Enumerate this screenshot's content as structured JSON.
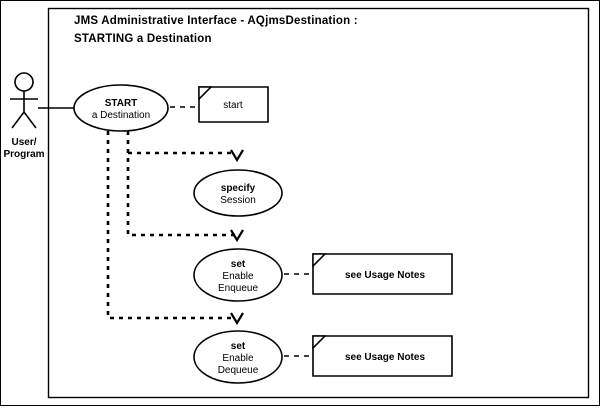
{
  "diagram": {
    "type": "uml-use-case",
    "title_line1": "JMS Administrative Interface  -  AQjmsDestination  :",
    "title_line2": "STARTING a Destination",
    "background_color": "#ffffff",
    "line_color": "#000000",
    "actor": {
      "name": "actor-user-program",
      "label_line1": "User/",
      "label_line2": "Program"
    },
    "use_cases": [
      {
        "id": "start-a-destination",
        "line1": "START",
        "line2": "a Destination",
        "line3": "",
        "bold_first_line": true
      },
      {
        "id": "specify-session",
        "line1": "specify",
        "line2": "Session",
        "line3": "",
        "bold_first_line": true
      },
      {
        "id": "set-enable-enqueue",
        "line1": "set",
        "line2": "Enable",
        "line3": "Enqueue",
        "bold_first_line": true
      },
      {
        "id": "set-enable-dequeue",
        "line1": "set",
        "line2": "Enable",
        "line3": "Dequeue",
        "bold_first_line": true
      }
    ],
    "notes": [
      {
        "id": "note-start",
        "text": "start"
      },
      {
        "id": "note-enqueue",
        "text": "see Usage Notes"
      },
      {
        "id": "note-dequeue",
        "text": "see Usage Notes"
      }
    ]
  }
}
